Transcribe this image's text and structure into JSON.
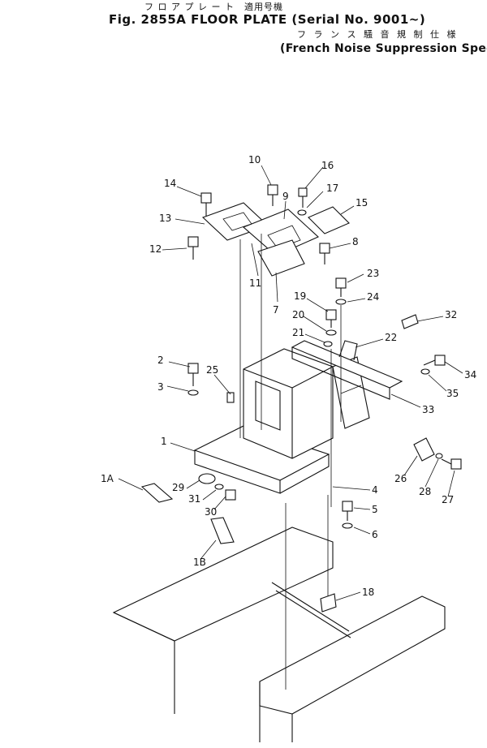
{
  "header": {
    "japanese_title": "フ ロ ア プ レ ー ト　適用号機",
    "title": "Fig. 2855A FLOOR PLATE (Serial No. 9001~)",
    "japanese_spec": "フ ラ ン ス 騒 音 規 制 仕 様",
    "spec": "(French Noise Suppression Spec.)"
  },
  "callouts": [
    "10",
    "16",
    "14",
    "9",
    "17",
    "15",
    "13",
    "12",
    "8",
    "11",
    "23",
    "7",
    "19",
    "24",
    "20",
    "32",
    "21",
    "22",
    "2",
    "25",
    "34",
    "3",
    "35",
    "33",
    "1",
    "26",
    "28",
    "27",
    "1A",
    "29",
    "31",
    "30",
    "4",
    "5",
    "6",
    "1B",
    "18"
  ]
}
